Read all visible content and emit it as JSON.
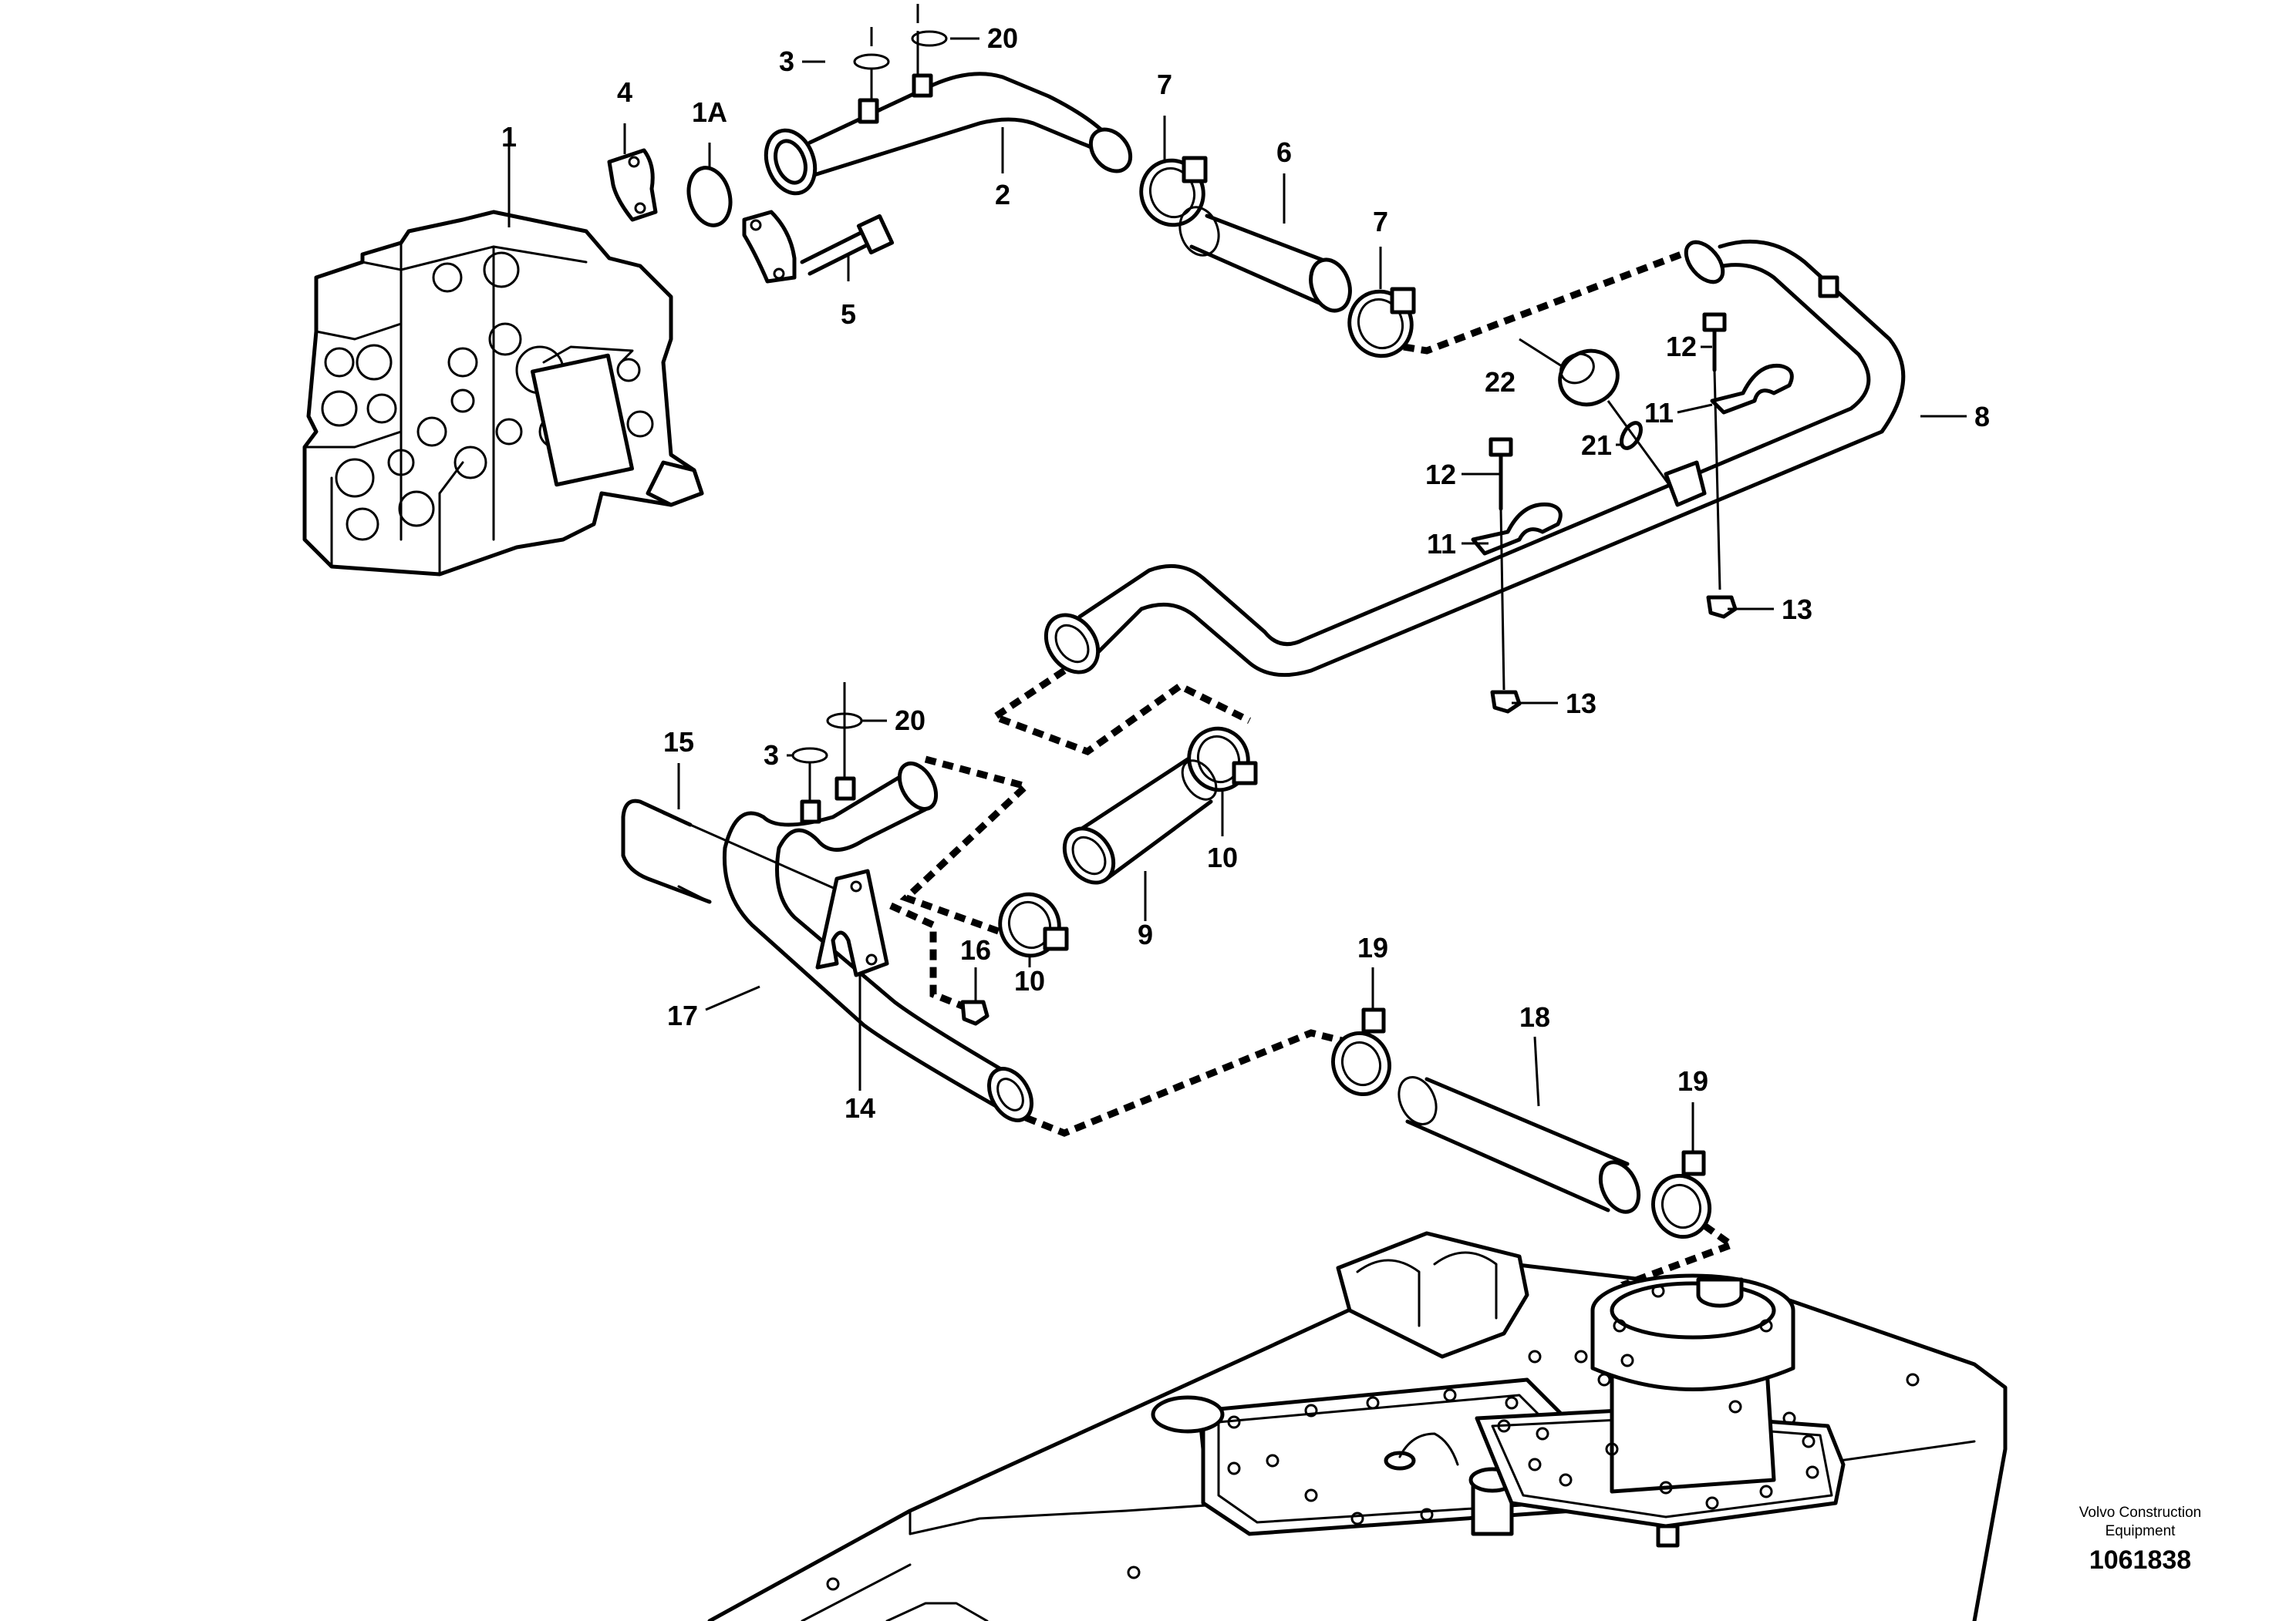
{
  "labels": {
    "l1": "1",
    "l1a": "1A",
    "l2": "2",
    "l3a": "3",
    "l3b": "3",
    "l4": "4",
    "l5": "5",
    "l6": "6",
    "l7a": "7",
    "l7b": "7",
    "l8": "8",
    "l9": "9",
    "l10a": "10",
    "l10b": "10",
    "l11a": "11",
    "l11b": "11",
    "l12a": "12",
    "l12b": "12",
    "l13a": "13",
    "l13b": "13",
    "l14": "14",
    "l15": "15",
    "l16": "16",
    "l17": "17",
    "l18": "18",
    "l19a": "19",
    "l19b": "19",
    "l20a": "20",
    "l20b": "20",
    "l21": "21",
    "l22": "22"
  },
  "footer": {
    "brand_line1": "Volvo Construction",
    "brand_line2": "Equipment",
    "document_number": "1061838"
  }
}
